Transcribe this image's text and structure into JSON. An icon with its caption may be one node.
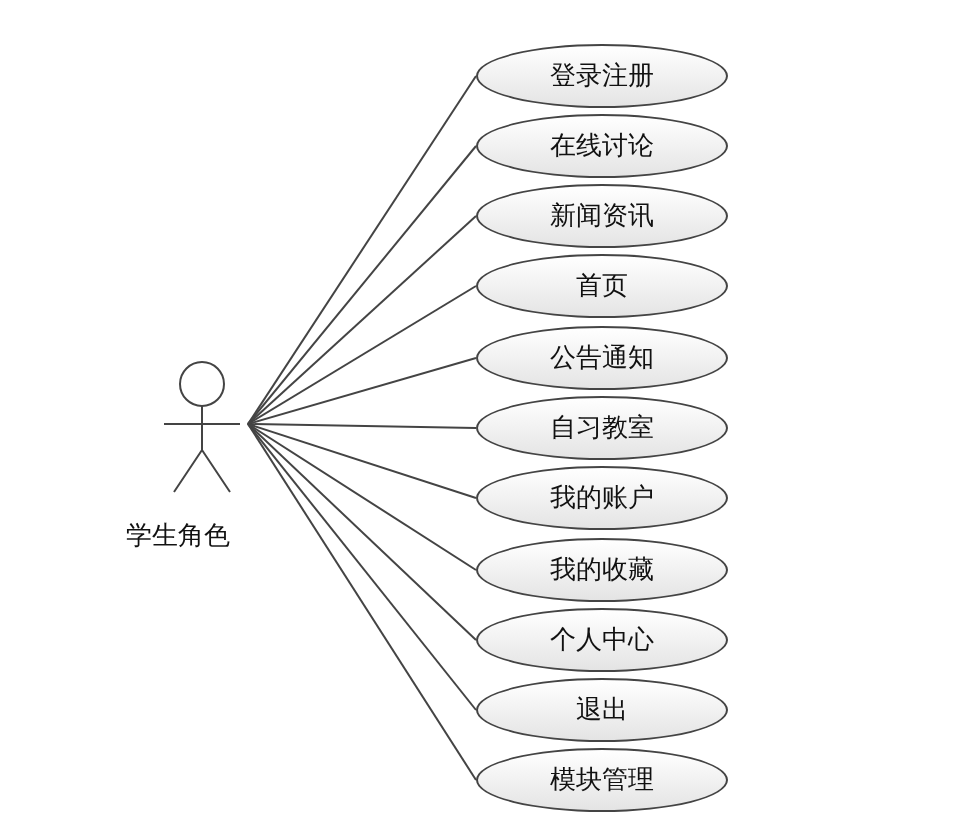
{
  "diagram": {
    "nodes": [
      {
        "text": [],
        "shape": "person",
        "beside": [
          "学生角色"
        ]
      },
      {
        "text": [
          "登录注册"
        ]
      },
      {
        "text": [
          "在线讨论"
        ]
      },
      {
        "text": [
          "新闻资讯"
        ]
      },
      {
        "text": [
          "首页"
        ]
      },
      {
        "text": [
          "公告通知"
        ]
      },
      {
        "text": [
          "自习教室"
        ]
      },
      {
        "text": [
          "我的账户"
        ]
      },
      {
        "text": [
          "我的收藏"
        ]
      },
      {
        "text": [
          "个人中心"
        ]
      },
      {
        "text": [
          "退出"
        ]
      },
      {
        "text": [
          "模块管理"
        ]
      }
    ],
    "edges": [
      {
        "from": 0,
        "to": 1,
        "arrow": "none"
      },
      {
        "from": 0,
        "to": 2,
        "arrow": "none"
      },
      {
        "from": 0,
        "to": 3,
        "arrow": "none"
      },
      {
        "from": 0,
        "to": 4,
        "arrow": "none"
      },
      {
        "from": 0,
        "to": 5,
        "arrow": "none"
      },
      {
        "from": 0,
        "to": 6,
        "arrow": "none"
      },
      {
        "from": 0,
        "to": 7,
        "arrow": "none"
      },
      {
        "from": 0,
        "to": 8,
        "arrow": "none"
      },
      {
        "from": 0,
        "to": 9,
        "arrow": "none"
      },
      {
        "from": 0,
        "to": 10,
        "arrow": "none"
      },
      {
        "from": 0,
        "to": 11,
        "arrow": "none"
      }
    ]
  }
}
